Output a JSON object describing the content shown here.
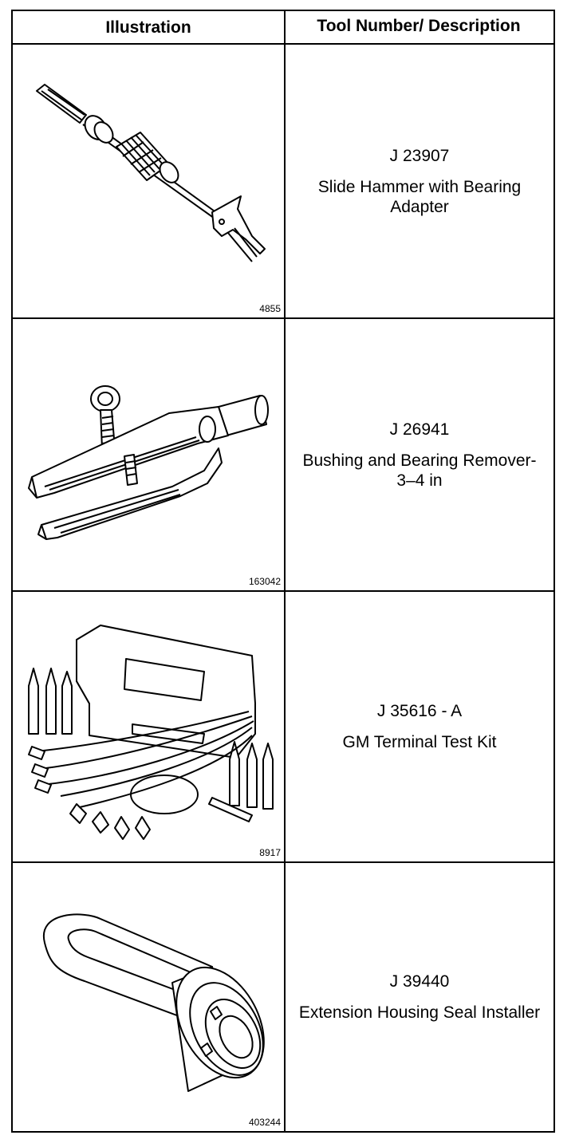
{
  "table": {
    "header": {
      "col1": "Illustration",
      "col2": "Tool Number/ Description"
    },
    "rows": [
      {
        "figure": "4855",
        "tool_number": "J 23907",
        "description": "Slide Hammer with Bearing Adapter",
        "icon": "slide-hammer-illustration"
      },
      {
        "figure": "163042",
        "tool_number": "J 26941",
        "description": "Bushing and Bearing Remover-3–4 in",
        "icon": "bushing-remover-illustration"
      },
      {
        "figure": "8917",
        "tool_number": "J 35616 - A",
        "description": "GM Terminal Test Kit",
        "icon": "terminal-test-kit-illustration"
      },
      {
        "figure": "403244",
        "tool_number": "J 39440",
        "description": "Extension Housing Seal Installer",
        "icon": "seal-installer-illustration"
      }
    ]
  }
}
